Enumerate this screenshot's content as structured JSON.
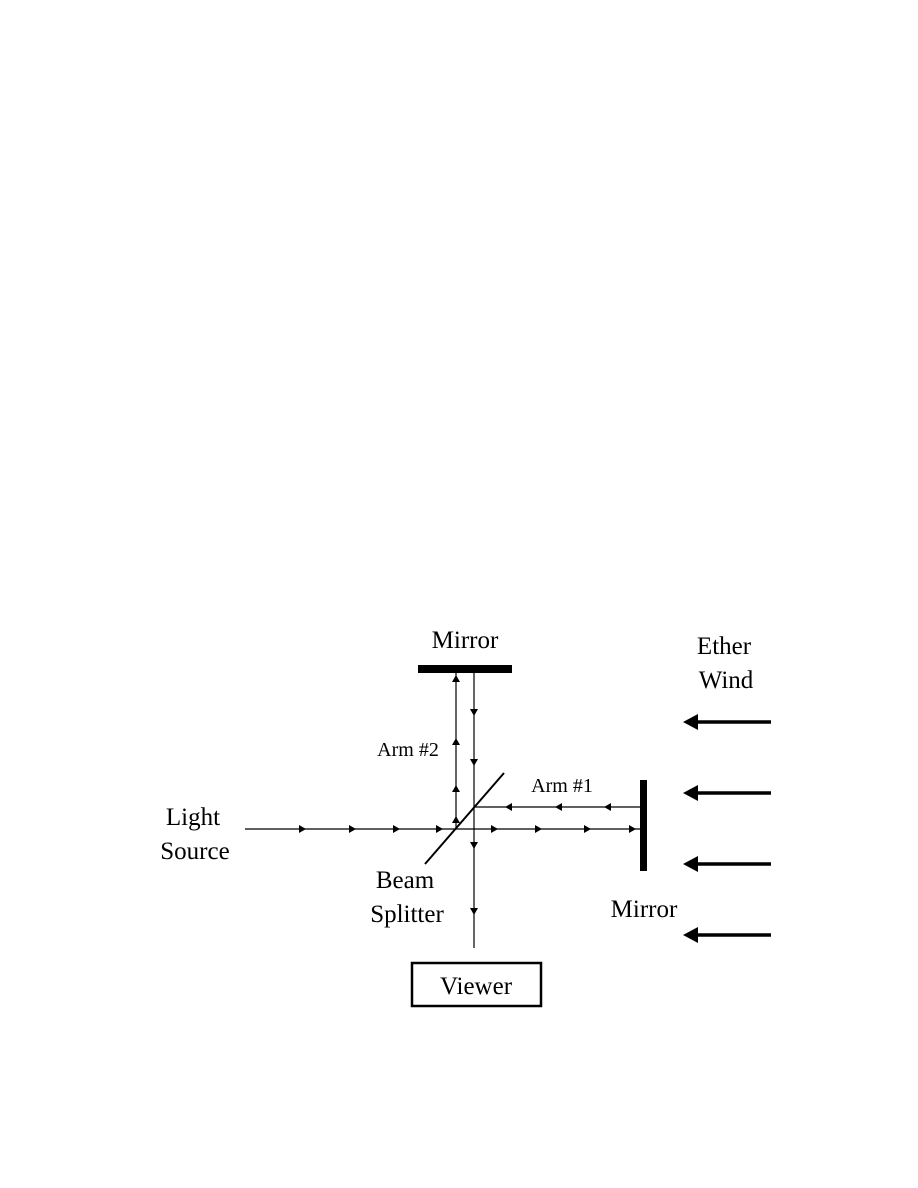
{
  "labels": {
    "top_mirror": "Mirror",
    "right_mirror": "Mirror",
    "ether_line1": "Ether",
    "ether_line2": "Wind",
    "arm2": "Arm #2",
    "arm1": "Arm #1",
    "light_line1": "Light",
    "light_line2": "Source",
    "splitter_line1": "Beam",
    "splitter_line2": "Splitter",
    "viewer": "Viewer"
  },
  "colors": {
    "ink": "#000000",
    "background": "#ffffff"
  }
}
